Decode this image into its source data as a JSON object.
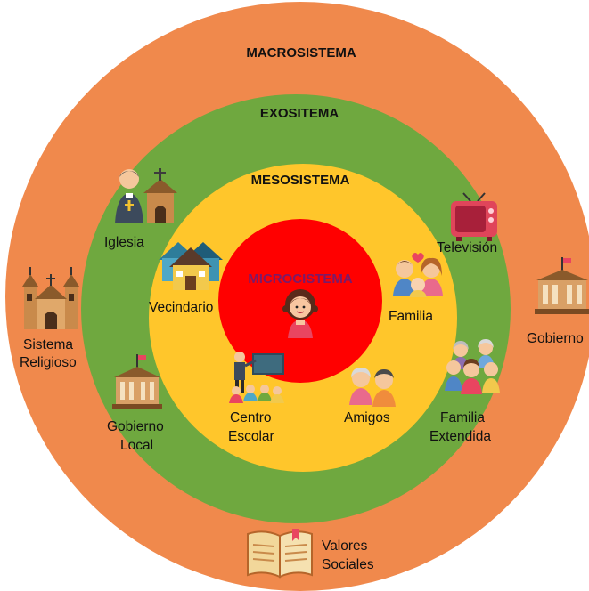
{
  "rings": {
    "macro": {
      "title": "MACROSISTEMA",
      "color": "#F0894C"
    },
    "exo": {
      "title": "EXOSITEMA",
      "color": "#6FA83F"
    },
    "meso": {
      "title": "MESOSISTEMA",
      "color": "#FFC62B"
    },
    "micro": {
      "title": "MICROCISTEMA",
      "color": "#FF0000",
      "title_color": "#7A1A6A"
    }
  },
  "labels": {
    "iglesia": "Iglesia",
    "television": "Televisión",
    "vecindario": "Vecindario",
    "familia": "Familia",
    "sistema_religioso": [
      "Sistema",
      "Religioso"
    ],
    "gobierno": "Gobierno",
    "gobierno_local": [
      "Gobierno",
      "Local"
    ],
    "centro_escolar": [
      "Centro",
      "Escolar"
    ],
    "amigos": "Amigos",
    "familia_extendida": [
      "Familia",
      "Extendida"
    ],
    "valores_sociales": [
      "Valores",
      "Sociales"
    ]
  },
  "icons": {
    "iglesia": "priest-church-icon",
    "television": "television-icon",
    "vecindario": "houses-icon",
    "familia": "family-icon",
    "sistema_religioso": "cathedral-icon",
    "gobierno": "government-building-icon",
    "gobierno_local": "town-hall-icon",
    "centro_escolar": "classroom-icon",
    "amigos": "friends-icon",
    "familia_extendida": "extended-family-icon",
    "valores_sociales": "open-book-icon",
    "child": "child-girl-icon"
  }
}
